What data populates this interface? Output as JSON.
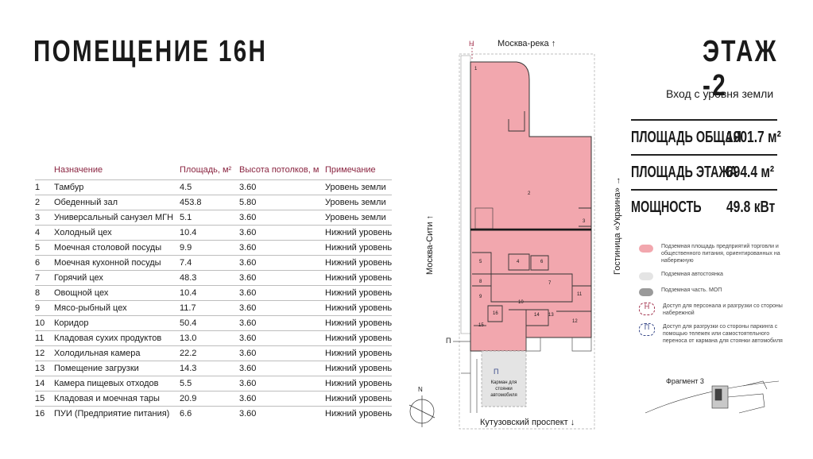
{
  "header": {
    "title": "ПОМЕЩЕНИЕ 16Н",
    "floor": "ЭТАЖ -2",
    "entry": "Вход с уровня земли"
  },
  "stats": [
    {
      "label": "ПЛОЩАДЬ ОБЩАЯ",
      "value": "1001.7 м²"
    },
    {
      "label": "ПЛОЩАДЬ ЭТАЖА",
      "value": "694.4 м²"
    },
    {
      "label": "МОЩНОСТЬ",
      "value": "49.8 кВт"
    }
  ],
  "table": {
    "headers": [
      "",
      "Назначение",
      "Площадь, м²",
      "Высота потолков, м",
      "Примечание"
    ],
    "rows": [
      [
        "1",
        "Тамбур",
        "4.5",
        "3.60",
        "Уровень земли"
      ],
      [
        "2",
        "Обеденный зал",
        "453.8",
        "5.80",
        "Уровень земли"
      ],
      [
        "3",
        "Универсальный санузел  МГН",
        "5.1",
        "3.60",
        "Уровень земли"
      ],
      [
        "4",
        "Холодный цех",
        "10.4",
        "3.60",
        "Нижний уровень"
      ],
      [
        "5",
        "Моечная столовой посуды",
        "9.9",
        "3.60",
        "Нижний уровень"
      ],
      [
        "6",
        "Моечная кухонной посуды",
        "7.4",
        "3.60",
        "Нижний уровень"
      ],
      [
        "7",
        "Горячий цех",
        "48.3",
        "3.60",
        "Нижний уровень"
      ],
      [
        "8",
        "Овощной цех",
        "10.4",
        "3.60",
        "Нижний уровень"
      ],
      [
        "9",
        "Мясо-рыбный цех",
        "11.7",
        "3.60",
        "Нижний уровень"
      ],
      [
        "10",
        "Коридор",
        "50.4",
        "3.60",
        "Нижний уровень"
      ],
      [
        "11",
        "Кладовая сухих продуктов",
        "13.0",
        "3.60",
        "Нижний уровень"
      ],
      [
        "12",
        "Холодильная камера",
        "22.2",
        "3.60",
        "Нижний уровень"
      ],
      [
        "13",
        "Помещение загрузки",
        "14.3",
        "3.60",
        "Нижний уровень"
      ],
      [
        "14",
        "Камера пищевых отходов",
        "5.5",
        "3.60",
        "Нижний уровень"
      ],
      [
        "15",
        "Кладовая и моечная тары",
        "20.9",
        "3.60",
        "Нижний уровень"
      ],
      [
        "16",
        "ПУИ (Предприятие питания)",
        "6.6",
        "3.60",
        "Нижний уровень"
      ]
    ]
  },
  "plan": {
    "north": "Москва-река",
    "south": "Кутузовский проспект",
    "west": "Москва-Сити",
    "east": "Гостиница «Украина»",
    "pocket": "Карман для стоянки автомобиля",
    "compass": "N",
    "fragment": "Фрагмент 3",
    "marker_n": "Н",
    "marker_p": "П",
    "room_numbers": [
      "1",
      "2",
      "3",
      "4",
      "5",
      "6",
      "7",
      "8",
      "9",
      "10",
      "11",
      "12",
      "13",
      "14",
      "15",
      "16"
    ]
  },
  "legend": [
    {
      "text": "Подземная площадь предприятий торговли и общественного питания, ориентированных на набережную",
      "color": "#f2a7ae"
    },
    {
      "text": "Подземная автостоянка",
      "color": "#e4e4e4"
    },
    {
      "text": "Подземная часть. МОП",
      "color": "#9a9a9a"
    },
    {
      "text": "Доступ для персонала и разгрузки со стороны набережной",
      "mark": "Н"
    },
    {
      "text": "Доступ для разгрузки со стороны паркинга с помощью тележек или самостоятельного переноса от кармана для стоянки автомобиля",
      "mark": "П"
    }
  ]
}
